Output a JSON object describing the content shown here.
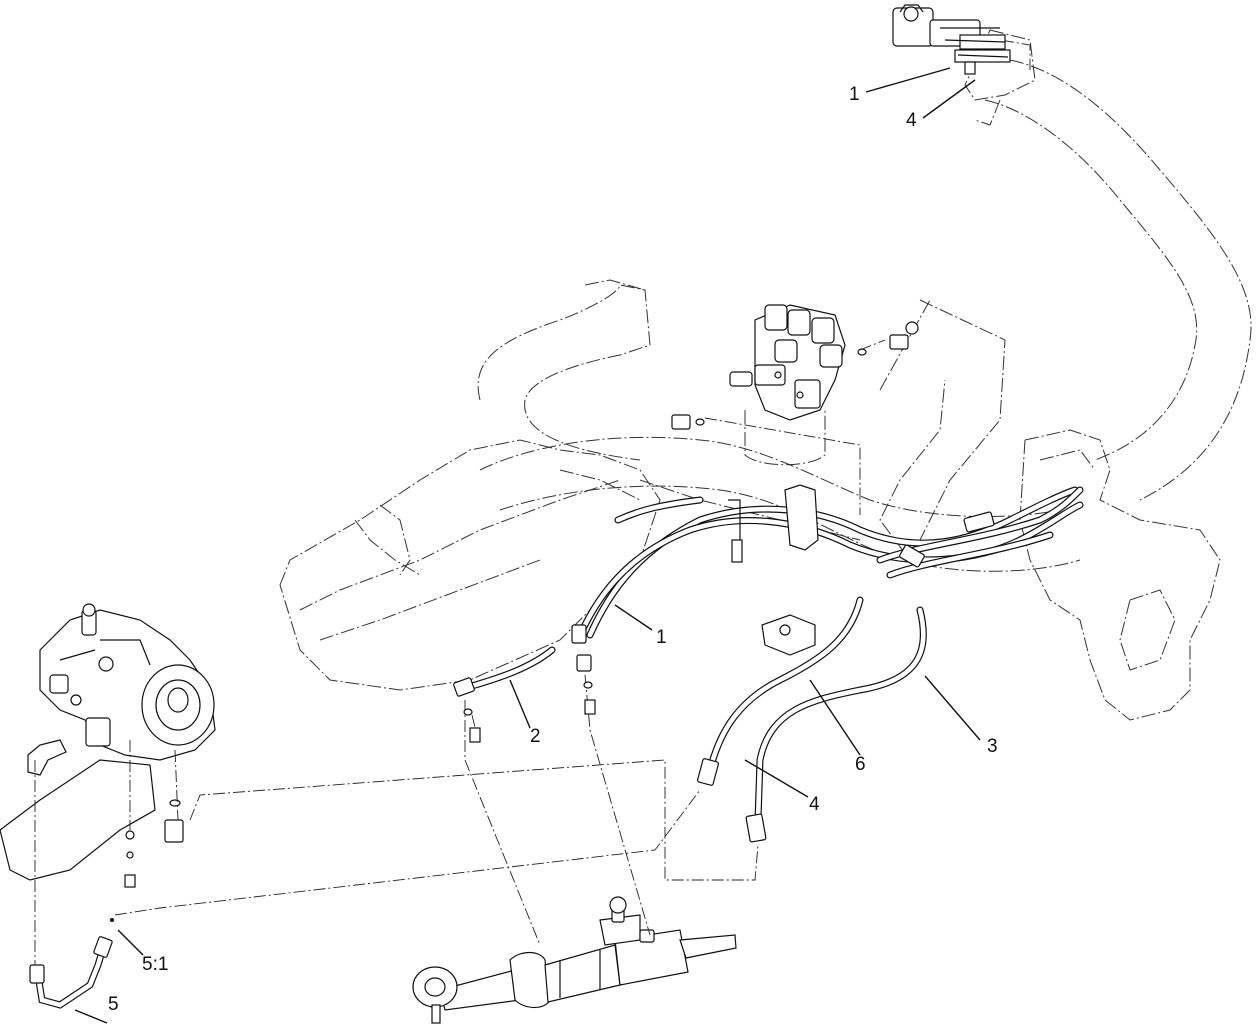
{
  "diagram": {
    "callouts": [
      {
        "id": "c1-top",
        "label": "1"
      },
      {
        "id": "c4-top",
        "label": "4"
      },
      {
        "id": "c1-mid",
        "label": "1"
      },
      {
        "id": "c2",
        "label": "2"
      },
      {
        "id": "c3",
        "label": "3"
      },
      {
        "id": "c6",
        "label": "6"
      },
      {
        "id": "c4-mid",
        "label": "4"
      },
      {
        "id": "c5-1",
        "label": "5:1"
      },
      {
        "id": "c5",
        "label": "5"
      }
    ]
  }
}
